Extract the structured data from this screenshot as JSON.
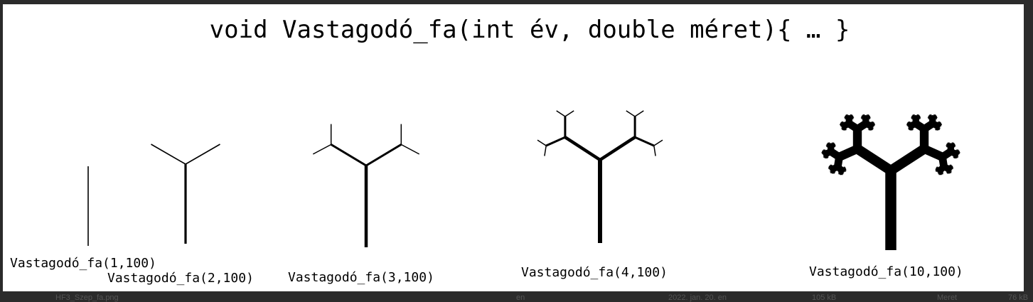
{
  "title": "void Vastagodó_fa(int év, double méret){ … }",
  "trees": [
    {
      "call": "Vastagodó_fa(1,100)",
      "years": 1,
      "size": 100
    },
    {
      "call": "Vastagodó_fa(2,100)",
      "years": 2,
      "size": 100
    },
    {
      "call": "Vastagodó_fa(3,100)",
      "years": 3,
      "size": 100
    },
    {
      "call": "Vastagodó_fa(4,100)",
      "years": 4,
      "size": 100
    },
    {
      "call": "Vastagodó_fa(10,100)",
      "years": 10,
      "size": 100
    }
  ],
  "footer": {
    "filename": "HF3_Szep_fa.png",
    "col2": "en",
    "date": "2022. jan. 20. en",
    "filesize": "105 kB",
    "col5": "Meret",
    "col6": "76 kB"
  },
  "colors": {
    "ink": "#000000",
    "paper": "#ffffff",
    "frame": "#2b2b2b"
  }
}
